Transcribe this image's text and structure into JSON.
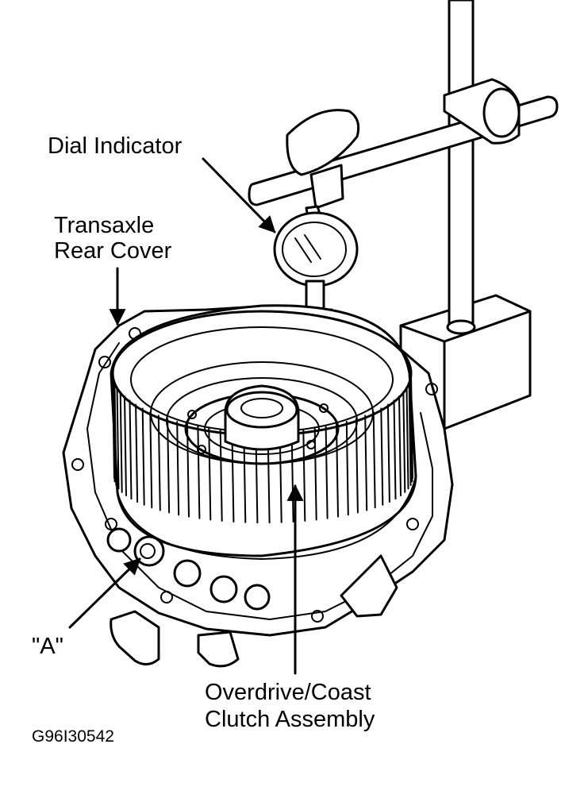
{
  "labels": {
    "dial_indicator": "Dial Indicator",
    "transaxle_rear_cover_line1": "Transaxle",
    "transaxle_rear_cover_line2": "Rear Cover",
    "point_a": "\"A\"",
    "clutch_line1": "Overdrive/Coast",
    "clutch_line2": "Clutch Assembly",
    "figure_id": "G96I30542"
  },
  "colors": {
    "ink": "#000000",
    "background": "#ffffff"
  }
}
